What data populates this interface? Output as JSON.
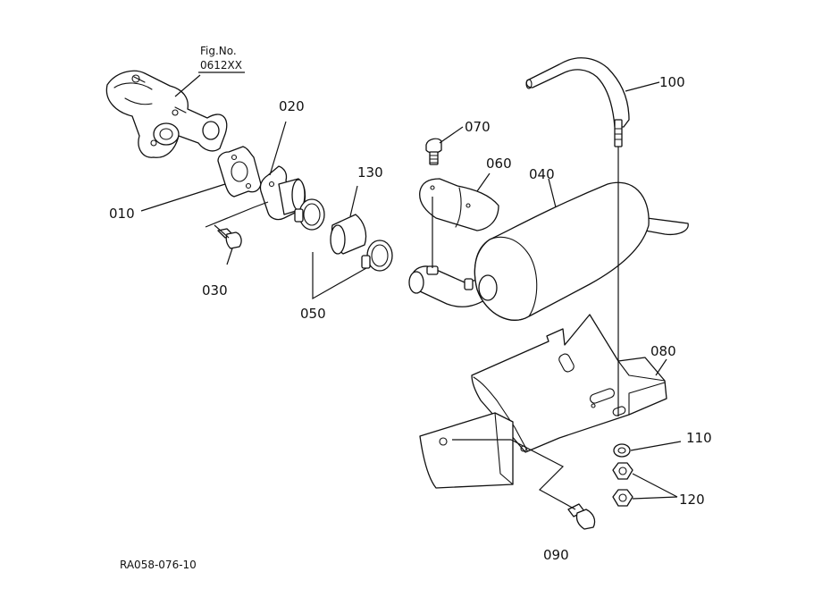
{
  "figure": {
    "fig_no_label": "Fig.No.",
    "fig_no_value": "0612XX",
    "diagram_id": "RA058-076-10"
  },
  "parts": [
    {
      "id": "p010",
      "number": "010"
    },
    {
      "id": "p020",
      "number": "020"
    },
    {
      "id": "p030",
      "number": "030"
    },
    {
      "id": "p040",
      "number": "040"
    },
    {
      "id": "p050",
      "number": "050"
    },
    {
      "id": "p060",
      "number": "060"
    },
    {
      "id": "p070",
      "number": "070"
    },
    {
      "id": "p080",
      "number": "080"
    },
    {
      "id": "p090",
      "number": "090"
    },
    {
      "id": "p100",
      "number": "100"
    },
    {
      "id": "p110",
      "number": "110"
    },
    {
      "id": "p120",
      "number": "120"
    },
    {
      "id": "p130",
      "number": "130"
    }
  ]
}
